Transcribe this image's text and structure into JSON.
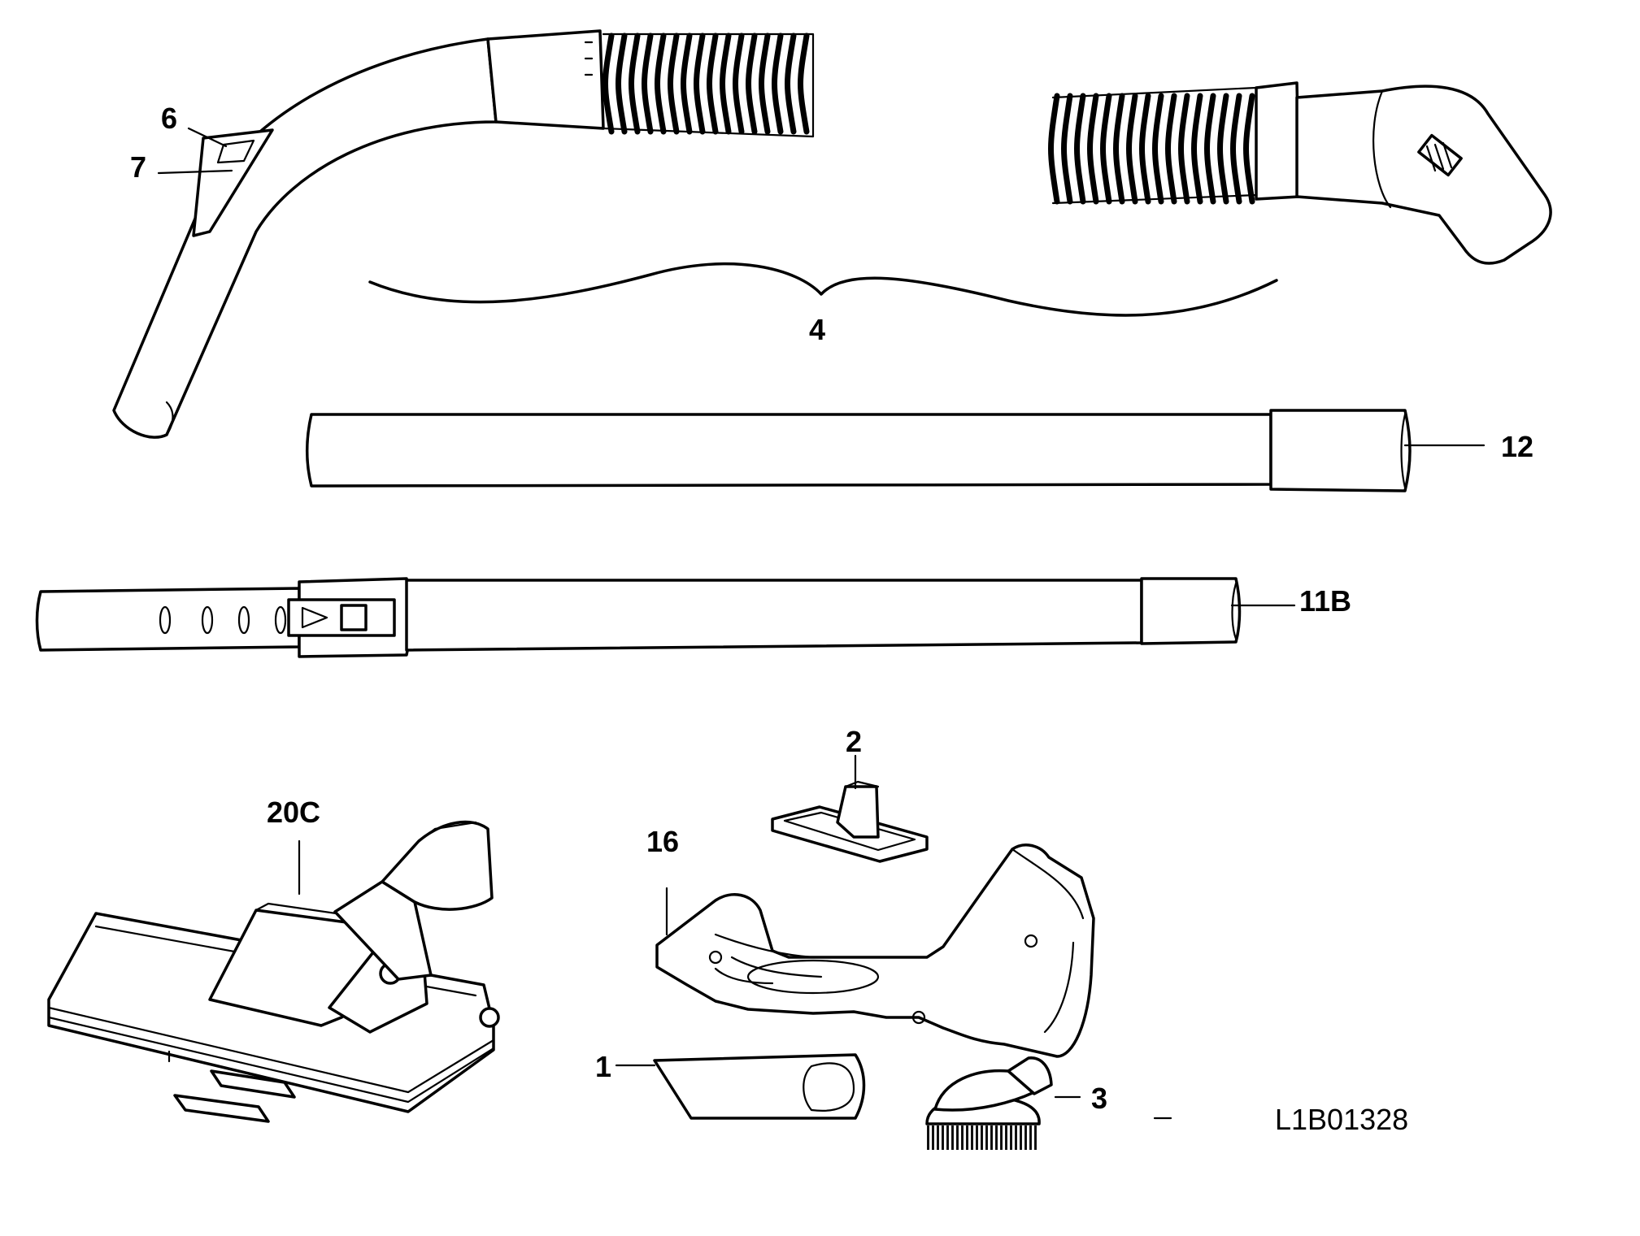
{
  "labels": {
    "hose_brace": "4",
    "handle_button_upper": "6",
    "handle_button_lower": "7",
    "straight_tube": "12",
    "telescopic_tube": "11B",
    "floor_nozzle": "20C",
    "upholstery_nozzle": "2",
    "accessory_holder": "16",
    "crevice_nozzle": "1",
    "dusting_brush": "3"
  },
  "reference_code": "L1B01328"
}
